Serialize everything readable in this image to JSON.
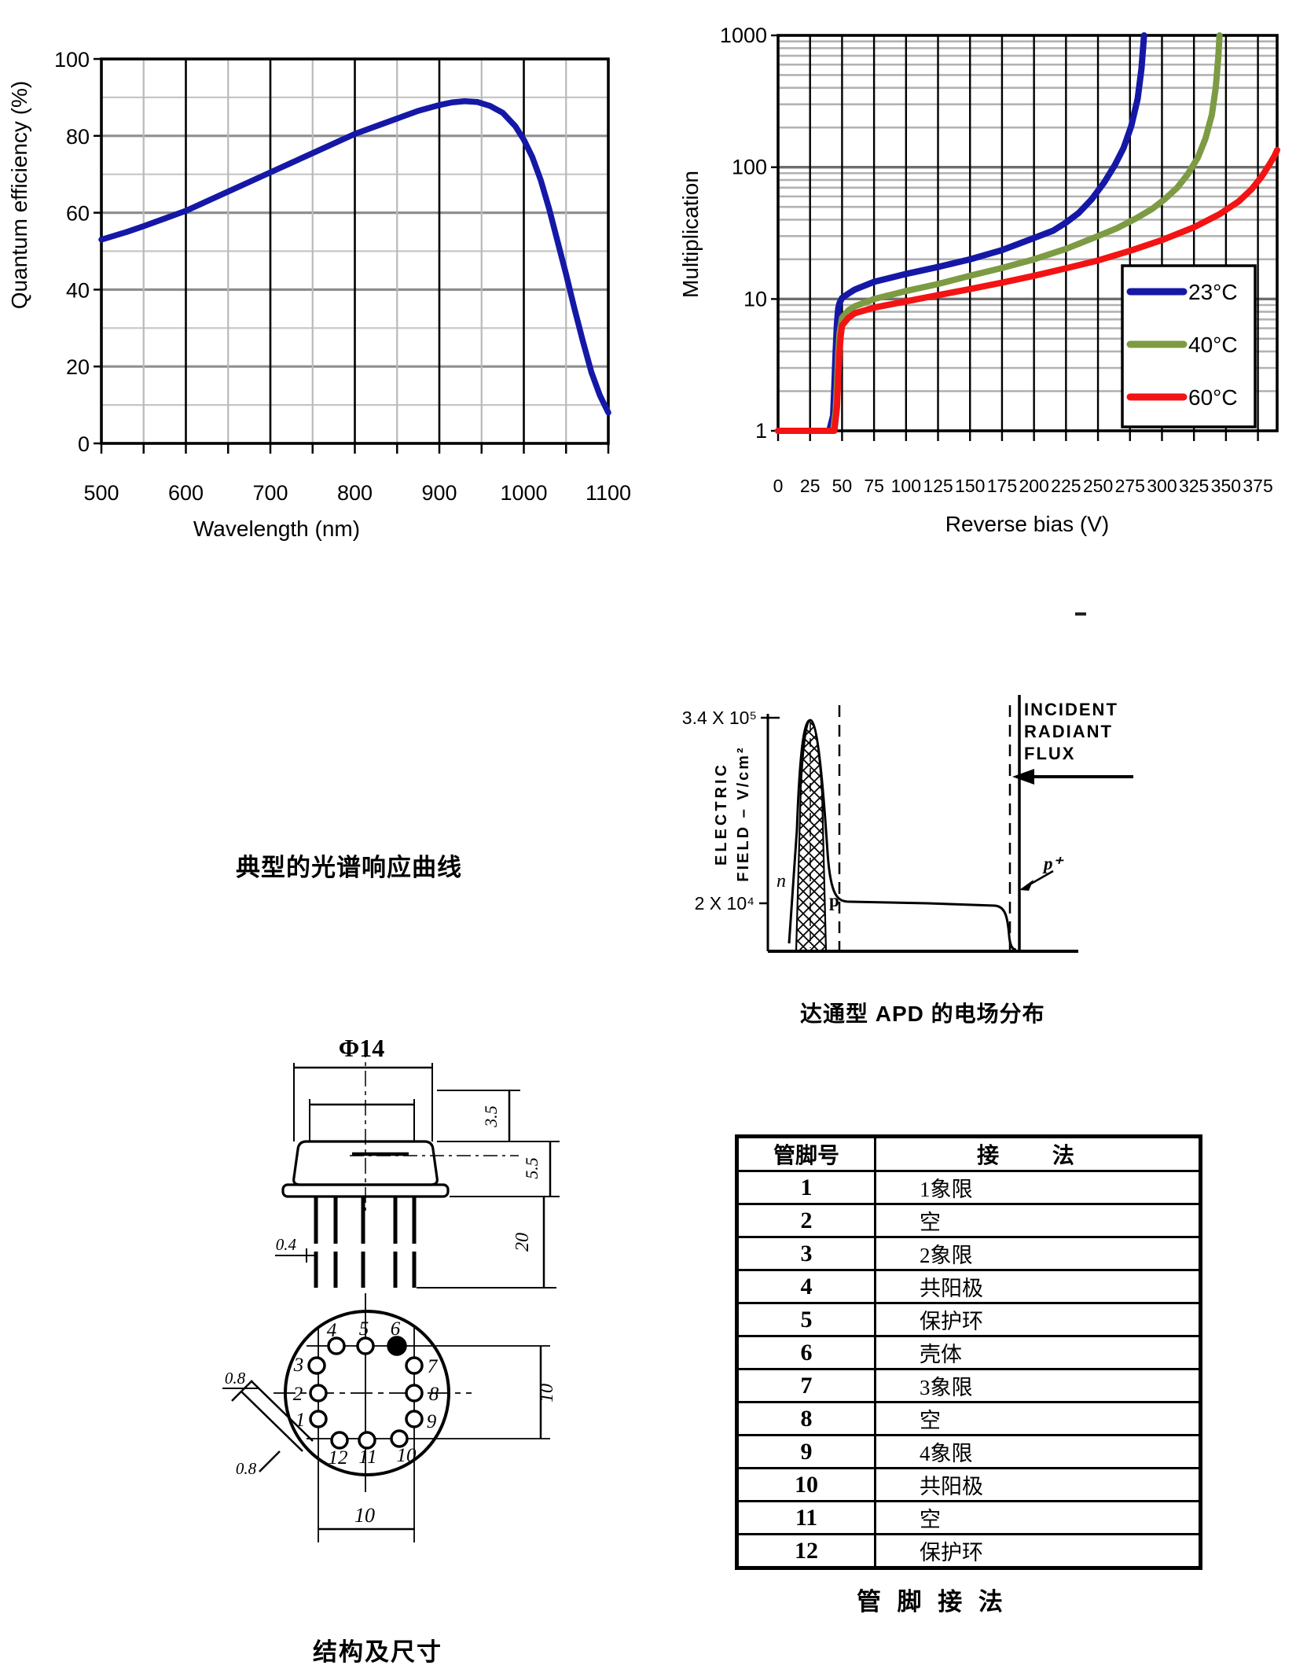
{
  "chart_data": [
    {
      "type": "line",
      "title": "",
      "xlabel": "Wavelength (nm)",
      "ylabel": "Quantum efficiency (%)",
      "xlim": [
        500,
        1100
      ],
      "ylim": [
        0,
        100
      ],
      "x_ticks": [
        500,
        600,
        700,
        800,
        900,
        1000,
        1100
      ],
      "y_ticks": [
        0,
        20,
        40,
        60,
        80,
        100
      ],
      "grid": "on",
      "series": [
        {
          "name": "quantum-efficiency",
          "color": "#1518a6",
          "x": [
            500,
            515,
            530,
            550,
            575,
            600,
            625,
            650,
            675,
            700,
            725,
            750,
            775,
            800,
            825,
            850,
            875,
            900,
            915,
            930,
            945,
            960,
            975,
            990,
            1000,
            1010,
            1020,
            1030,
            1040,
            1050,
            1060,
            1070,
            1080,
            1090,
            1100
          ],
          "y": [
            53,
            54,
            55,
            56.5,
            58.5,
            60.5,
            63,
            65.5,
            68,
            70.5,
            73,
            75.5,
            78,
            80.5,
            82.5,
            84.5,
            86.5,
            88,
            88.7,
            89,
            88.8,
            87.8,
            86,
            82.5,
            79,
            74.5,
            68.5,
            61,
            52.5,
            44,
            35,
            26.5,
            18.5,
            12.5,
            8
          ]
        }
      ]
    },
    {
      "type": "line",
      "title": "",
      "xlabel": "Reverse bias (V)",
      "ylabel": "Multiplication",
      "xlim": [
        0,
        390
      ],
      "ylim": [
        1,
        1000
      ],
      "ylog": true,
      "x_ticks": [
        0,
        25,
        50,
        75,
        100,
        125,
        150,
        175,
        200,
        225,
        250,
        275,
        300,
        325,
        350,
        375
      ],
      "y_ticks": [
        1,
        10,
        100,
        1000
      ],
      "grid": "on",
      "legend_position": "lower right",
      "legend": [
        {
          "label": "23°C",
          "color": "#1518a6"
        },
        {
          "label": "40°C",
          "color": "#7d9b43"
        },
        {
          "label": "60°C",
          "color": "#f31313"
        }
      ],
      "series": [
        {
          "name": "23C",
          "color": "#1518a6",
          "x": [
            0,
            40,
            43,
            44,
            45,
            46,
            47,
            48,
            50,
            55,
            60,
            75,
            100,
            125,
            150,
            175,
            200,
            215,
            225,
            235,
            245,
            255,
            263,
            270,
            276,
            281,
            284,
            286
          ],
          "y": [
            1,
            1,
            1.3,
            2.2,
            4,
            6.5,
            8.5,
            9.3,
            10.2,
            11,
            11.8,
            13.5,
            15.5,
            17.5,
            20,
            23.5,
            29,
            33,
            38,
            45,
            57,
            77,
            103,
            140,
            205,
            330,
            560,
            1000
          ]
        },
        {
          "name": "40C",
          "color": "#7d9b43",
          "x": [
            0,
            43,
            45,
            46,
            47,
            48,
            50,
            55,
            60,
            75,
            100,
            125,
            150,
            175,
            200,
            225,
            250,
            265,
            280,
            292,
            302,
            312,
            320,
            328,
            334,
            339,
            342,
            344,
            345
          ],
          "y": [
            1,
            1,
            1.4,
            2.2,
            3.8,
            5.5,
            7.2,
            8.2,
            8.8,
            10,
            11.5,
            13,
            15,
            17.2,
            20,
            24,
            30,
            34.5,
            41,
            48,
            57,
            70,
            88,
            118,
            165,
            250,
            400,
            680,
            1000
          ]
        },
        {
          "name": "60C",
          "color": "#f31313",
          "x": [
            0,
            44,
            46,
            47,
            48,
            49,
            50,
            55,
            60,
            75,
            100,
            125,
            150,
            175,
            200,
            225,
            250,
            275,
            300,
            325,
            345,
            360,
            370,
            378,
            384,
            388,
            390
          ],
          "y": [
            1,
            1,
            1.5,
            2.5,
            4,
            5.3,
            6.3,
            7.2,
            7.8,
            8.6,
            9.6,
            10.7,
            11.9,
            13.3,
            15,
            17.1,
            19.6,
            23.2,
            28,
            35,
            44,
            55,
            68,
            85,
            105,
            122,
            135
          ]
        }
      ]
    }
  ],
  "captions": {
    "spectral": "典型的光谱响应曲线",
    "field": "达通型 APD 的电场分布",
    "pin_table": "管 脚 接 法",
    "structure": "结构及尺寸"
  },
  "field_diagram": {
    "y_top_label": "3.4 X 10⁵",
    "y_bottom_label": "2 X 10⁴",
    "ylabel_line1": "ELECTRIC",
    "ylabel_line2": "FIELD – V/cm²",
    "region_n": "n",
    "region_p": "p",
    "region_p_plus": "p⁺",
    "flux_lines": [
      "INCIDENT",
      "RADIANT",
      "FLUX"
    ]
  },
  "mech": {
    "diameter_label": "Φ14",
    "dim_3_5": "3.5",
    "dim_5_5": "5.5",
    "dim_20": "20",
    "dim_0_4": "0.4",
    "dim_0_8_a": "0.8",
    "dim_0_8_b": "0.8",
    "dim_10_right": "10",
    "dim_10_bottom": "10",
    "pins": [
      "1",
      "2",
      "3",
      "4",
      "5",
      "6",
      "7",
      "8",
      "9",
      "10",
      "11",
      "12"
    ]
  },
  "pin_table": {
    "headers": [
      "管脚号",
      "接  法"
    ],
    "rows": [
      [
        "1",
        "1象限"
      ],
      [
        "2",
        "空"
      ],
      [
        "3",
        "2象限"
      ],
      [
        "4",
        "共阳极"
      ],
      [
        "5",
        "保护环"
      ],
      [
        "6",
        "壳体"
      ],
      [
        "7",
        "3象限"
      ],
      [
        "8",
        "空"
      ],
      [
        "9",
        "4象限"
      ],
      [
        "10",
        "共阳极"
      ],
      [
        "11",
        "空"
      ],
      [
        "12",
        "保护环"
      ]
    ]
  }
}
